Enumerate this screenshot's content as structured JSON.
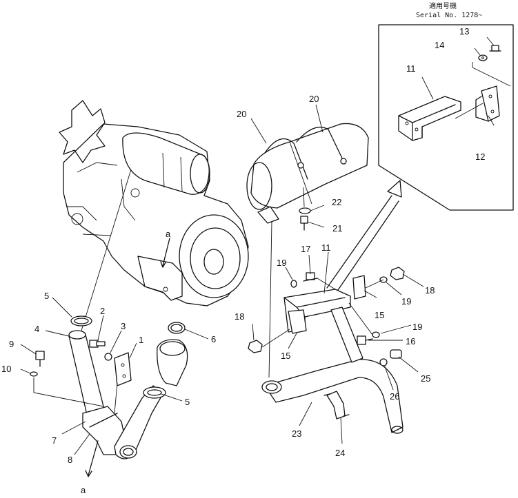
{
  "header": {
    "serial_caption_jp": "適用号機",
    "serial_no": "Serial No. 1278~"
  },
  "callouts": {
    "n1": "1",
    "n2": "2",
    "n3": "3",
    "n4": "4",
    "n5a": "5",
    "n5b": "5",
    "n6": "6",
    "n7": "7",
    "n8": "8",
    "n9": "9",
    "n10": "10",
    "n11a": "11",
    "n11b": "11",
    "n12": "12",
    "n13": "13",
    "n14": "14",
    "n15a": "15",
    "n15b": "15",
    "n16": "16",
    "n17": "17",
    "n18a": "18",
    "n18b": "18",
    "n19a": "19",
    "n19b": "19",
    "n19c": "19",
    "n20a": "20",
    "n20b": "20",
    "n21": "21",
    "n22": "22",
    "n23": "23",
    "n24": "24",
    "n25": "25",
    "n26": "26",
    "ref_a_top": "a",
    "ref_a_bottom": "a"
  }
}
